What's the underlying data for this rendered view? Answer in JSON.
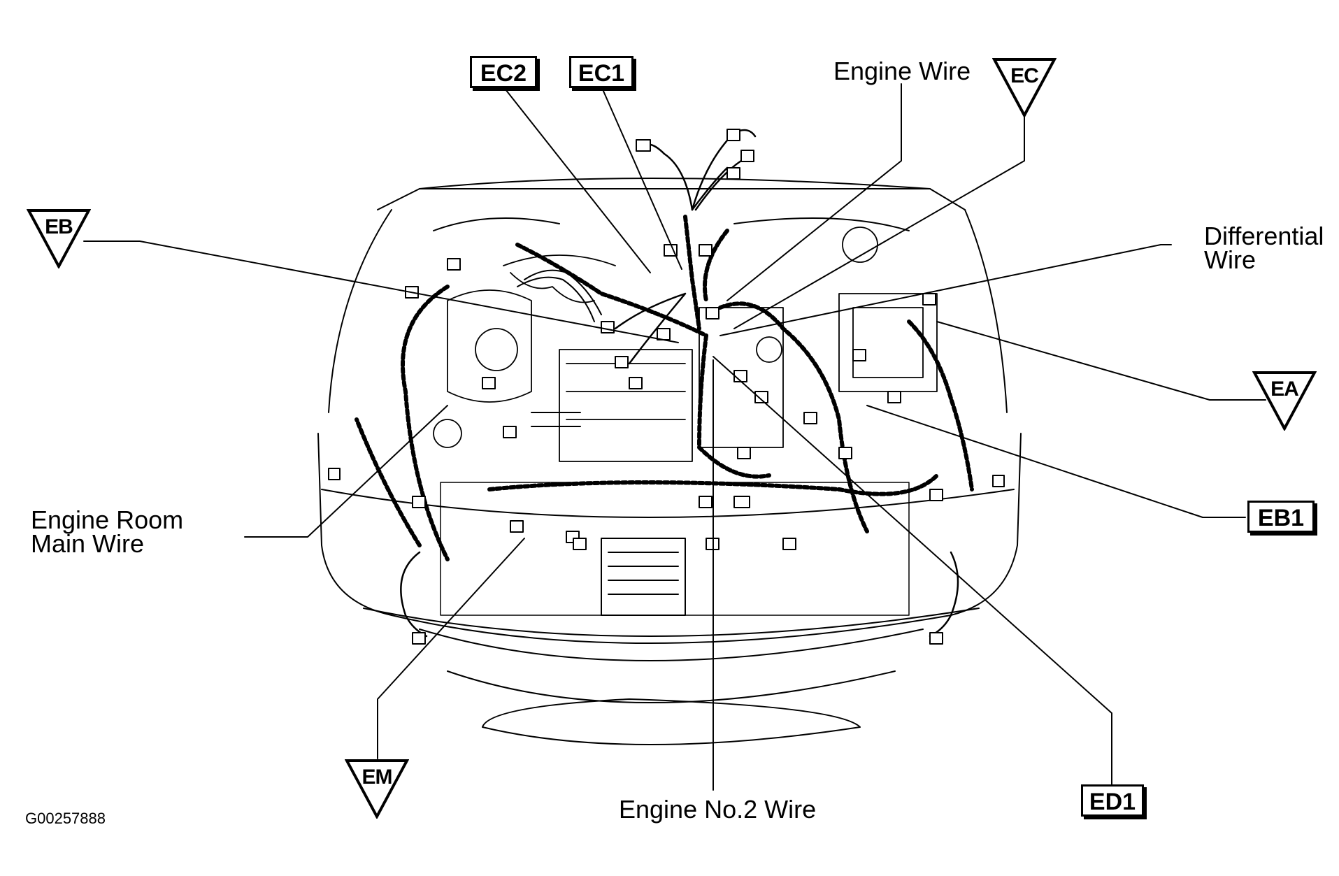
{
  "labels": {
    "engine_wire": "Engine Wire",
    "differential_wire": [
      "Differential",
      "Wire"
    ],
    "engine_room_main_wire": [
      "Engine Room",
      "Main Wire"
    ],
    "engine_no2_wire": "Engine No.2 Wire"
  },
  "boxed_connectors": {
    "ec2": "EC2",
    "ec1": "EC1",
    "eb1": "EB1",
    "ed1": "ED1"
  },
  "ground_points": {
    "eb": "EB",
    "ec": "EC",
    "ea": "EA",
    "em": "EM"
  },
  "figure_code": "G00257888",
  "colors": {
    "ink": "#000000",
    "paper": "#ffffff"
  }
}
